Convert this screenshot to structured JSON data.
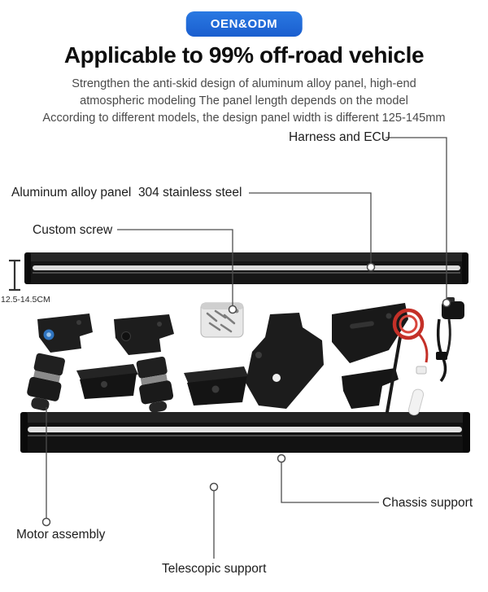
{
  "badge": {
    "label": "OEN&ODM"
  },
  "header": {
    "title": "Applicable to 99% off-road vehicle",
    "subtitle_lines": [
      "Strengthen the anti-skid design of aluminum alloy panel, high-end",
      "atmospheric modeling The panel length depends on the model",
      "According to different models, the design panel width is different 125-145mm"
    ]
  },
  "annotations": {
    "harness_ecu": "Harness and ECU",
    "aluminum_panel": "Aluminum alloy panel  304 stainless steel",
    "custom_screw": "Custom screw",
    "panel_width_range": "12.5-14.5CM",
    "chassis_support": "Chassis support",
    "motor_assembly": "Motor assembly",
    "telescopic_support": "Telescopic support"
  },
  "colors": {
    "badge_blue": "#1f66d8",
    "harness_wire_red": "#c43028",
    "board_black": "#141414",
    "board_stripe_silver": "#dcdcdc"
  }
}
